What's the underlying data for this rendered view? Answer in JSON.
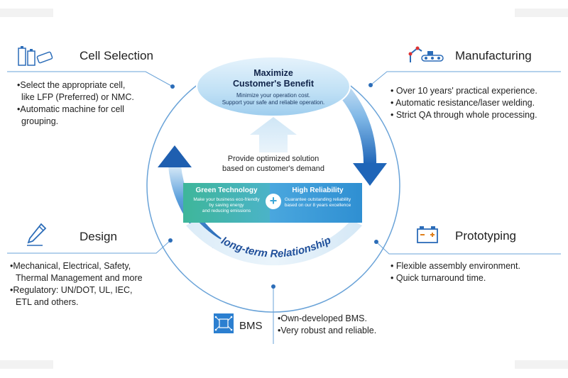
{
  "center": {
    "title_line1": "Maximize",
    "title_line2": "Customer's Benefit",
    "sub_line1": "Minimize your operation cost.",
    "sub_line2": "Support your safe and reliable operation.",
    "provide_line1": "Provide optimized solution",
    "provide_line2": "based on customer's demand",
    "green_title": "Green Technology",
    "green_line1": "Make your business eco-friendly",
    "green_line2": "by saving energy",
    "green_line3": "and reducing emissions",
    "plus": "+",
    "reliab_title": "High Reliability",
    "reliab_line1": "Guarantee outstanding reliability",
    "reliab_line2": "based on our 8 years excellence",
    "ring_label": "long-term Relationship"
  },
  "cell_selection": {
    "title": "Cell Selection",
    "icon": "battery-cells-icon",
    "line1": "•Select the appropriate cell,",
    "line2": "like LFP (Preferred) or NMC.",
    "line3": "•Automatic machine for cell",
    "line4": "grouping."
  },
  "manufacturing": {
    "title": "Manufacturing",
    "icon": "robot-arm-conveyor-icon",
    "line1": "• Over 10 years' practical experience.",
    "line2": "• Automatic resistance/laser welding.",
    "line3": "• Strict QA through whole processing."
  },
  "design": {
    "title": "Design",
    "icon": "pen-icon",
    "line1": "•Mechanical, Electrical, Safety,",
    "line2": "Thermal Management and more",
    "line3": "•Regulatory: UN/DOT, UL, IEC,",
    "line4": "ETL and others."
  },
  "prototyping": {
    "title": "Prototyping",
    "icon": "battery-plus-minus-icon",
    "line1": "• Flexible assembly environment.",
    "line2": "• Quick turnaround time."
  },
  "bms": {
    "title": "BMS",
    "icon": "circuit-board-icon",
    "line1": "•Own-developed BMS.",
    "line2": "•Very robust and reliable."
  },
  "colors": {
    "dark_blue": "#1f5fb0",
    "light_blue": "#bcdcf2",
    "green": "#3fb0a0",
    "teal_box": "#3a9fd6"
  }
}
